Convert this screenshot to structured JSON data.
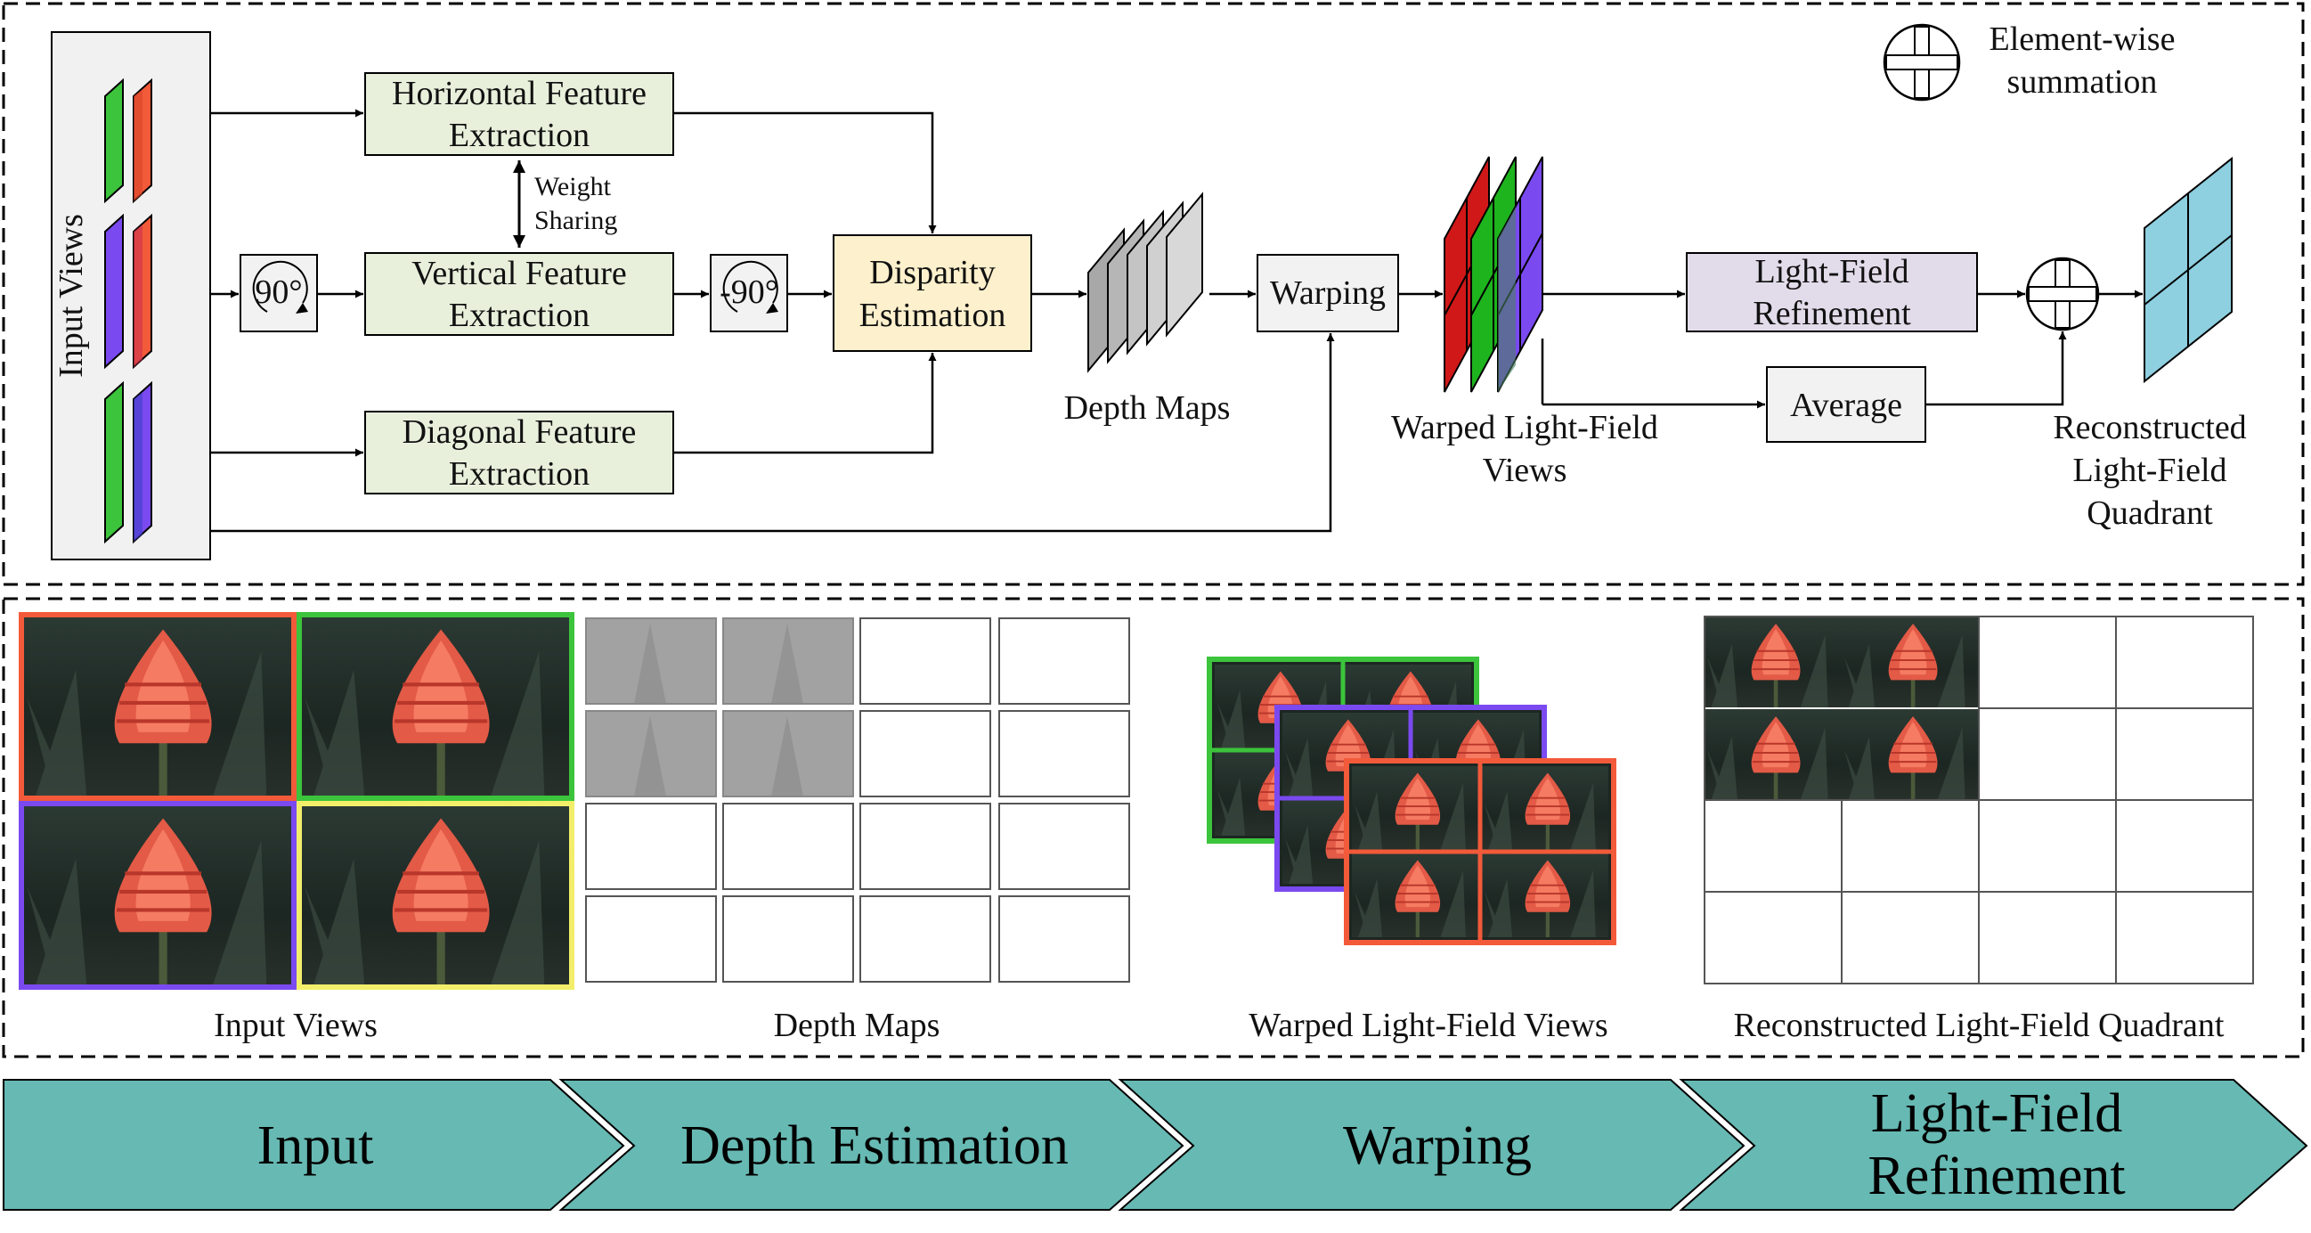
{
  "legend": {
    "symbol": "element-wise-summation",
    "line1": "Element-wise",
    "line2": "summation"
  },
  "input_views_label": "Input Views",
  "blocks": {
    "horizontal": {
      "line1": "Horizontal Feature",
      "line2": "Extraction"
    },
    "vertical": {
      "line1": "Vertical Feature",
      "line2": "Extraction"
    },
    "diagonal": {
      "line1": "Diagonal Feature",
      "line2": "Extraction"
    },
    "disparity": {
      "line1": "Disparity",
      "line2": "Estimation"
    },
    "warping": "Warping",
    "refinement": {
      "line1": "Light-Field",
      "line2": "Refinement"
    },
    "average": "Average"
  },
  "rotations": {
    "forward": "90°",
    "backward": "-90°"
  },
  "weight_sharing": {
    "line1": "Weight",
    "line2": "Sharing"
  },
  "labels": {
    "depth_maps": "Depth Maps",
    "warped": {
      "line1": "Warped Light-Field",
      "line2": "Views"
    },
    "reconstructed": {
      "line1": "Reconstructed",
      "line2": "Light-Field",
      "line3": "Quadrant"
    }
  },
  "captions": {
    "input_views": "Input Views",
    "depth_maps": "Depth Maps",
    "warped_views": "Warped Light-Field Views",
    "reconstructed": "Reconstructed Light-Field Quadrant"
  },
  "stages": [
    {
      "label": "Input"
    },
    {
      "label": "Depth Estimation"
    },
    {
      "label": "Warping"
    },
    {
      "line1": "Light-Field",
      "line2": "Refinement"
    }
  ],
  "colors": {
    "feature_fill": "#e8f0dc",
    "disparity_fill": "#fdf0cc",
    "refinement_fill": "#e2dcea",
    "gray_fill": "#f2f2f2",
    "red": "#f25a3a",
    "green": "#3cc43c",
    "purple": "#7a4af0",
    "blue_cyan": "#8ecfe0",
    "banner": "#67b9b3",
    "yellow_border": "#f2ee6a"
  }
}
